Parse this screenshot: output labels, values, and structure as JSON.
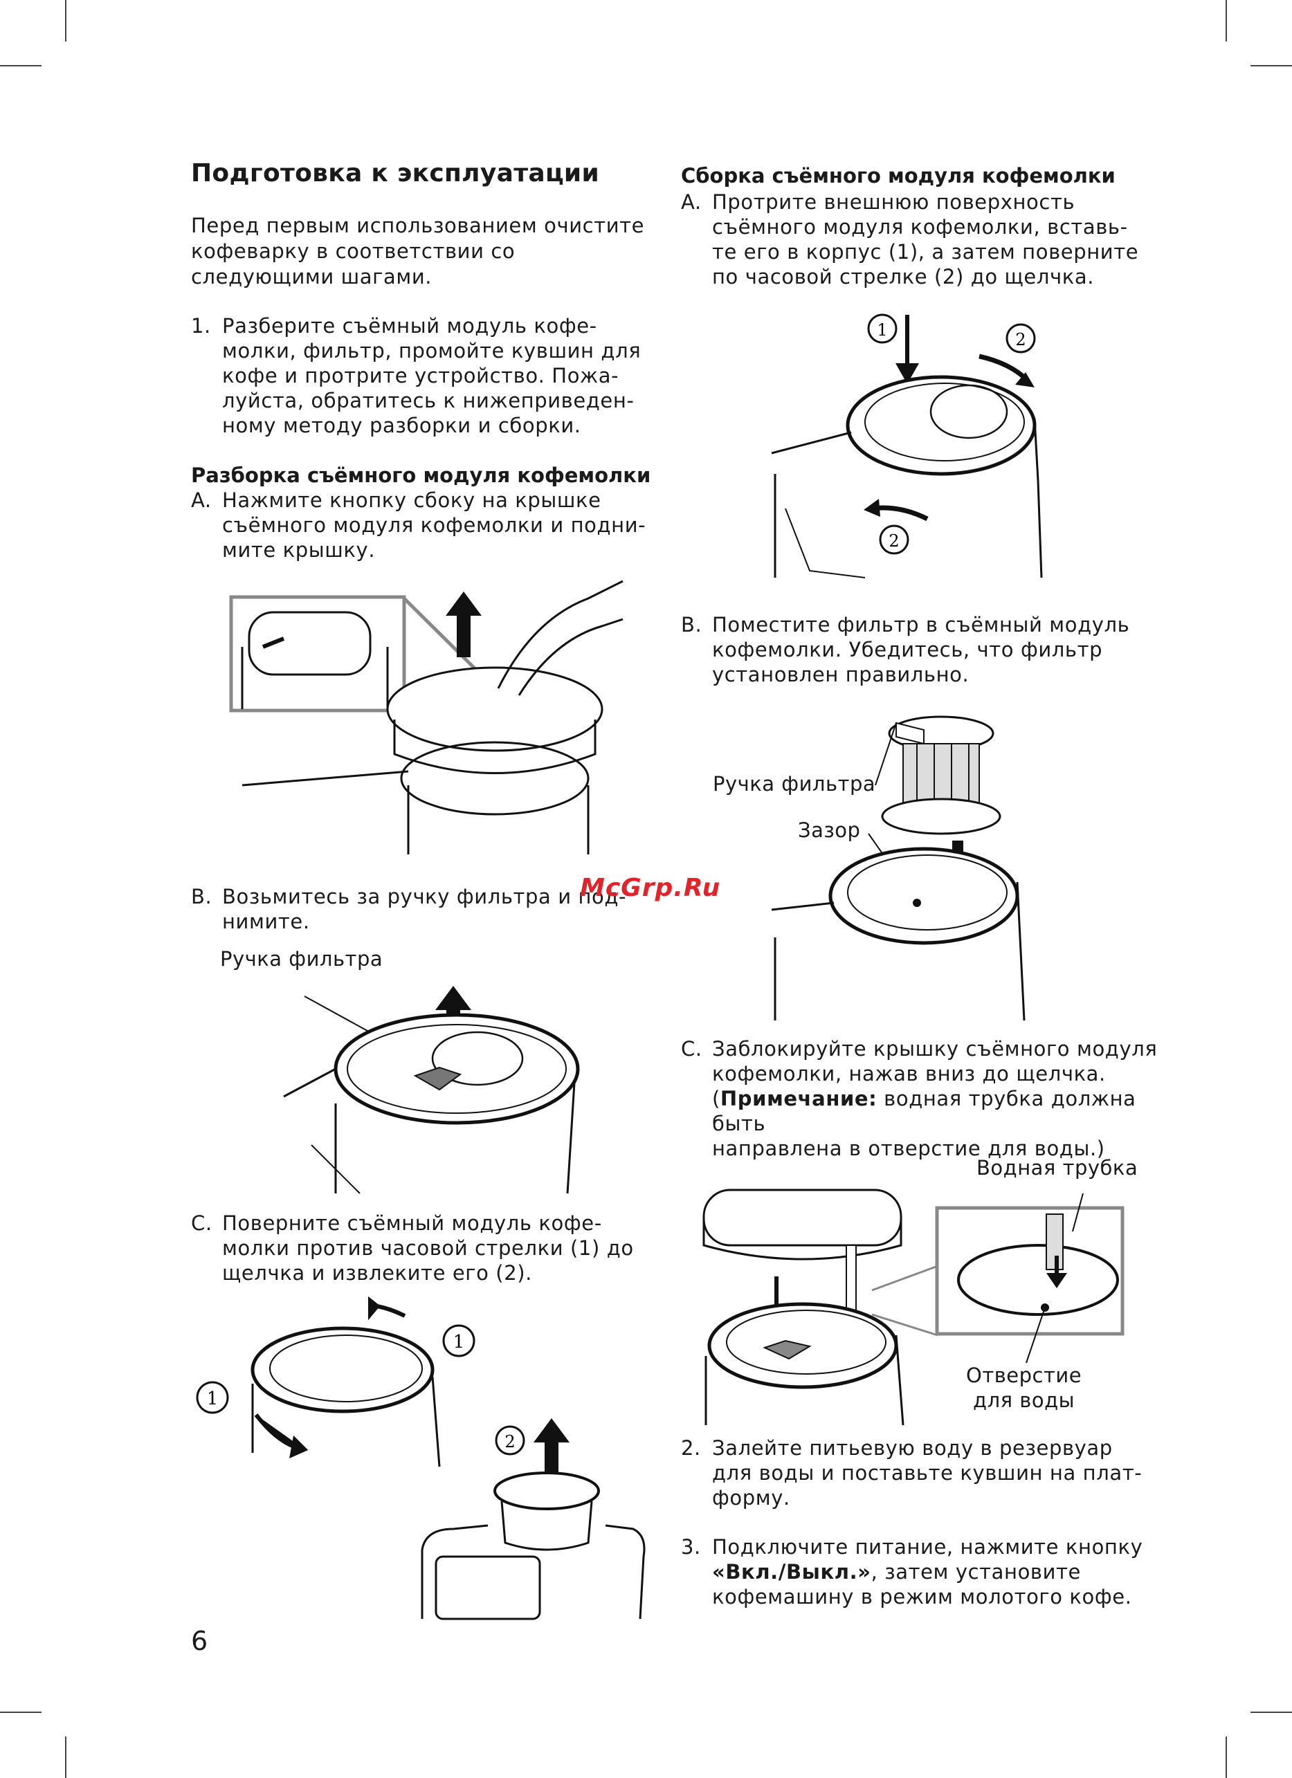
{
  "page_number": "6",
  "watermark": "McGrp.Ru",
  "left": {
    "title": "Подготовка к эксплуатации",
    "intro": "Перед первым использованием очистите кофеварку в соответствии со следующими шагами.",
    "step1": {
      "marker": "1.",
      "text": "Разберите съёмный модуль кофе-\nмолки, фильтр, промойте кувшин для\nкофе и протрите устройство. Пожа-\nлуйста, обратитесь к нижеприведен-\nному методу разборки и сборки."
    },
    "disassembly": {
      "title": "Разборка съёмного модуля кофемолки",
      "a": {
        "marker": "A.",
        "text": "Нажмите кнопку сбоку на крышке\nсъёмного модуля кофемолки и подни-\nмите крышку."
      },
      "b": {
        "marker": "B.",
        "text": "Возьмитесь за ручку фильтра и под-\nнимите."
      },
      "b_label": "Ручка фильтра",
      "c": {
        "marker": "C.",
        "text": "Поверните съёмный модуль кофе-\nмолки против часовой стрелки (1) до\nщелчка и извлеките его (2)."
      }
    }
  },
  "right": {
    "assembly": {
      "title": "Сборка съёмного модуля кофемолки",
      "a": {
        "marker": "A.",
        "text": "Протрите внешнюю поверхность\nсъёмного модуля кофемолки, вставь-\nте его в корпус (1), а затем поверните\nпо часовой стрелке (2) до щелчка."
      },
      "b": {
        "marker": "B.",
        "text": "Поместите фильтр в съёмный модуль\nкофемолки. Убедитесь, что фильтр\nустановлен правильно."
      },
      "b_label_handle": "Ручка фильтра",
      "b_label_gap": "Зазор",
      "c": {
        "marker": "C.",
        "text": "Заблокируйте крышку съёмного модуля\nкофемолки, нажав вниз до щелчка.",
        "note_open": "(",
        "note_label": "Примечание:",
        "note_text": " водная трубка должна быть\nнаправлена в отверстие для воды.)"
      },
      "c_label_tube": "Водная трубка",
      "c_label_hole": "Отверстие\nдля воды"
    },
    "step2": {
      "marker": "2.",
      "text": "Залейте питьевую воду в резервуар\nдля воды и поставьте кувшин на плат-\nформу."
    },
    "step3": {
      "marker": "3.",
      "text_pre": "Подключите питание, нажмите кнопку\n",
      "button": "«Вкл./Выкл.»",
      "text_post": ", затем установите\nкофемашину в режим молотого кофе."
    }
  },
  "callouts": {
    "one": "1",
    "two": "2"
  }
}
